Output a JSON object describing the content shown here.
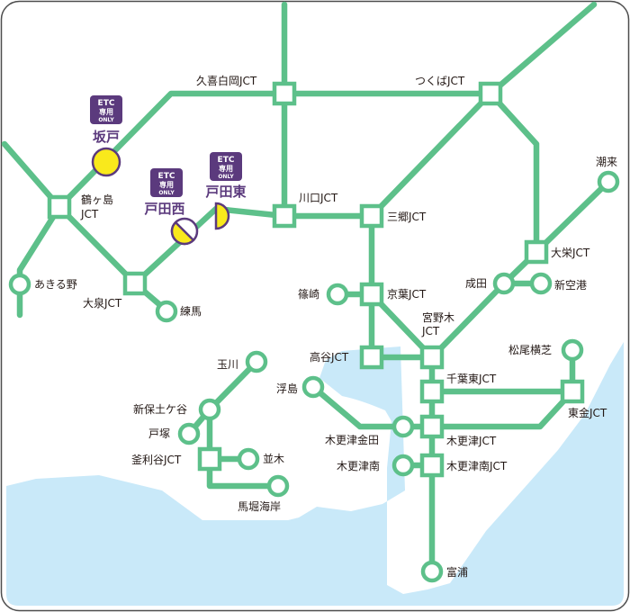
{
  "colors": {
    "road": "#5dc08a",
    "sea": "#c9e9f9",
    "etc_badge": "#5b3a7d",
    "etc_name": "#5b3a7d",
    "ic_yellow": "#f9e91c",
    "border": "#4d4d4d",
    "text": "#231815"
  },
  "etc_badges": [
    {
      "id": "sakado",
      "top": "ETC",
      "mid": "専用",
      "bot": "ONLY",
      "name": "坂戸"
    },
    {
      "id": "todanishi",
      "top": "ETC",
      "mid": "専用",
      "bot": "ONLY",
      "name": "戸田西"
    },
    {
      "id": "todahigashi",
      "top": "ETC",
      "mid": "専用",
      "bot": "ONLY",
      "name": "戸田東"
    }
  ],
  "labels": {
    "kuki_shiraoka_jct": "久喜白岡JCT",
    "tsukuba_jct": "つくばJCT",
    "itako": "潮来",
    "tsurugashima_jct_1": "鶴ヶ島",
    "tsurugashima_jct_2": "JCT",
    "akiruno": "あきる野",
    "oizumi_jct": "大泉JCT",
    "nerima": "練馬",
    "kawaguchi_jct": "川口JCT",
    "misato_jct": "三郷JCT",
    "oei_jct": "大栄JCT",
    "narita": "成田",
    "shin_kuko": "新空港",
    "shinozaki": "篠崎",
    "keiyo_jct": "京葉JCT",
    "miyanogi_jct_1": "宮野木",
    "miyanogi_jct_2": "JCT",
    "takaya_jct": "高谷JCT",
    "matsuo_yokoshiba": "松尾横芝",
    "tamagawa": "玉川",
    "ukishima": "浮島",
    "chiba_higashi_jct": "千葉東JCT",
    "togane_jct": "東金JCT",
    "shin_hodogaya": "新保土ケ谷",
    "totsuka": "戸塚",
    "kisarazu_kaneda": "木更津金田",
    "kisarazu_jct": "木更津JCT",
    "kamariya_jct": "釜利谷JCT",
    "namiki": "並木",
    "kisarazu_minami": "木更津南",
    "kisarazu_minami_jct": "木更津南JCT",
    "maborikaigan": "馬堀海岸",
    "tomiura": "富浦"
  }
}
